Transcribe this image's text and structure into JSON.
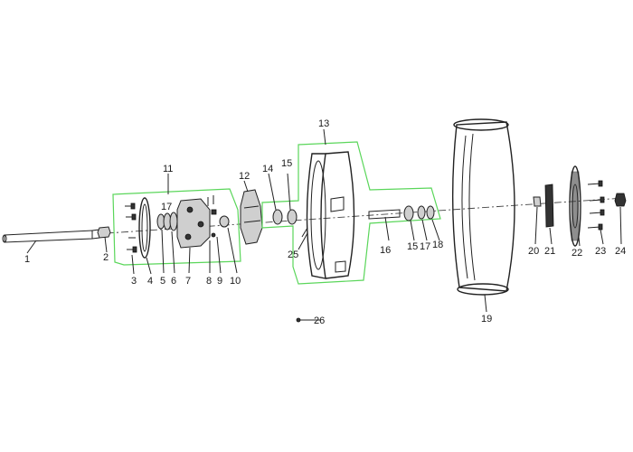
{
  "accent_colors": {
    "group_outline": "#5ad65a",
    "lines": "#222222"
  },
  "callouts": {
    "n1": "1",
    "n2": "2",
    "n3": "3",
    "n4": "4",
    "n5": "5",
    "n6": "6",
    "n7": "7",
    "n8": "8",
    "n9": "9",
    "n10": "10",
    "n11": "11",
    "n12": "12",
    "n13": "13",
    "n14": "14",
    "n15a": "15",
    "n15b": "15",
    "n16": "16",
    "n17a": "17",
    "n17b": "17",
    "n18": "18",
    "n19": "19",
    "n20": "20",
    "n21": "21",
    "n22": "22",
    "n23": "23",
    "n24": "24",
    "n25": "25",
    "n26": "26"
  }
}
